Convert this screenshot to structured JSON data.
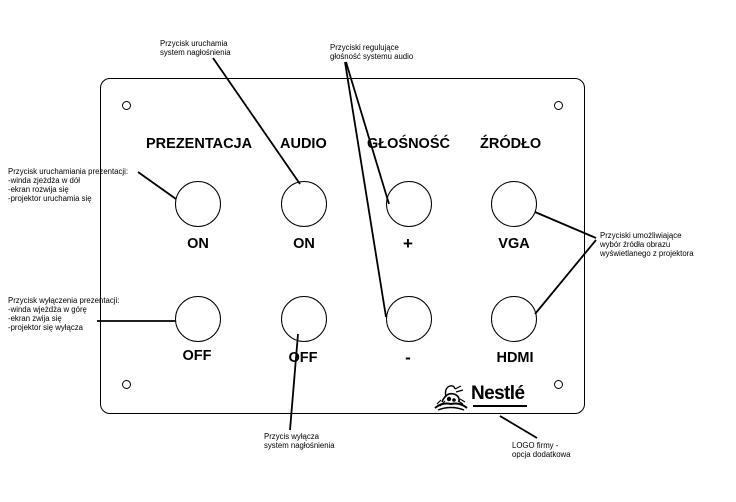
{
  "panel": {
    "headings": {
      "presentation": "PREZENTACJA",
      "audio": "AUDIO",
      "volume": "GŁOŚNOŚĆ",
      "source": "ŹRÓDŁO"
    },
    "buttons": {
      "presentation_on": "ON",
      "presentation_off": "OFF",
      "audio_on": "ON",
      "audio_off": "OFF",
      "volume_up": "+",
      "volume_down": "-",
      "source_vga": "VGA",
      "source_hdmi": "HDMI"
    },
    "logo": {
      "text": "Nestlé",
      "icon": "nest-bird-logo-icon"
    }
  },
  "annotations": {
    "audio_on_note": "Przycisk uruchamia\nsystem nagłośnienia",
    "volume_note": "Przyciski regulujące\ngłośność systemu audio",
    "presentation_on_note": "Przycisk uruchamiania prezentacji:\n-winda zjeżdża w dół\n-ekran rozwija się\n-projektor uruchamia się",
    "presentation_off_note": "Przycisk wyłączenia prezentacji:\n-winda wjeżdża w górę\n-ekran zwija się\n-projektor się wyłącza",
    "source_note": "Przyciski umożliwiające\nwybór źródła obrazu\nwyświetlanego z projektora",
    "audio_off_note": "Przycis wyłącza\nsystem nagłośnienia",
    "logo_note": "LOGO firmy -\nopcja dodatkowa"
  },
  "colors": {
    "stroke": "#000000",
    "background": "#ffffff"
  }
}
